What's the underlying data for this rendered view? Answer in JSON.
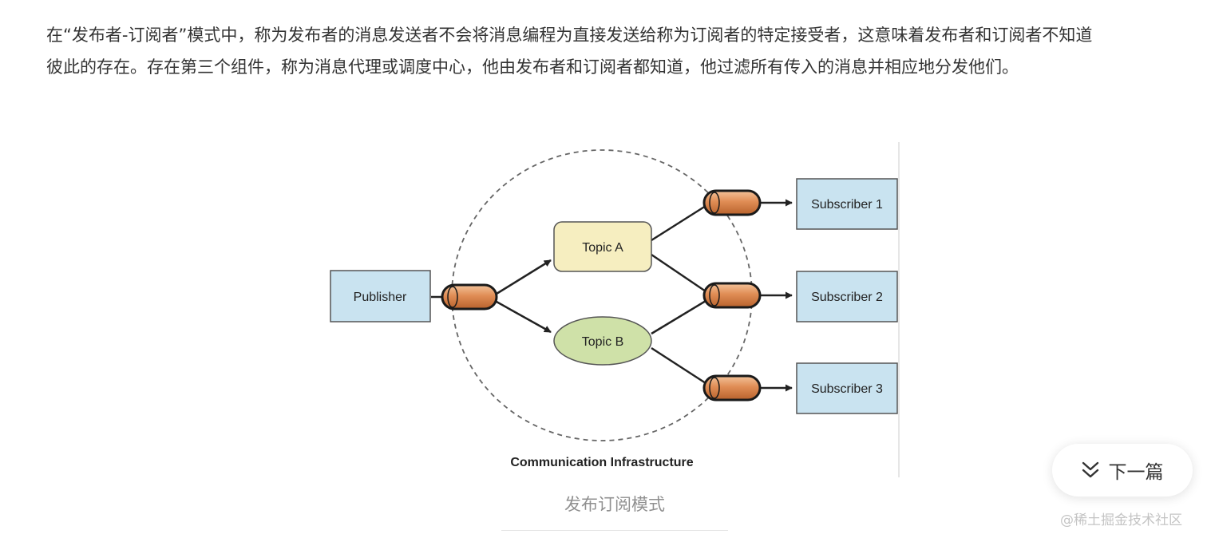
{
  "article": {
    "paragraph_lines": [
      "在“发布者-订阅者”模式中，称为发布者的消息发送者不会将消息编程为直接发送给称为订阅者的特定接受者，这意味着发布者和订阅者不知道",
      "彼此的存在。存在第三个组件，称为消息代理或调度中心，他由发布者和订阅者都知道，他过滤所有传入的消息并相应地分发他们。"
    ]
  },
  "figure": {
    "publisher_label": "Publisher",
    "topic_a_label": "Topic A",
    "topic_b_label": "Topic B",
    "subscriber_labels": [
      "Subscriber 1",
      "Subscriber 2",
      "Subscriber 3"
    ],
    "infrastructure_label": "Communication Infrastructure",
    "caption": "发布订阅模式",
    "colors": {
      "box_fill": "#c9e3f0",
      "topic_a_fill": "#f6eec0",
      "topic_b_fill": "#cfe1a8",
      "pipe_fill": "#e08d55",
      "outline": "#555555"
    }
  },
  "next_article": {
    "label": "下一篇",
    "icon": "double-chevron-down-icon"
  },
  "watermark": "@稀土掘金技术社区"
}
